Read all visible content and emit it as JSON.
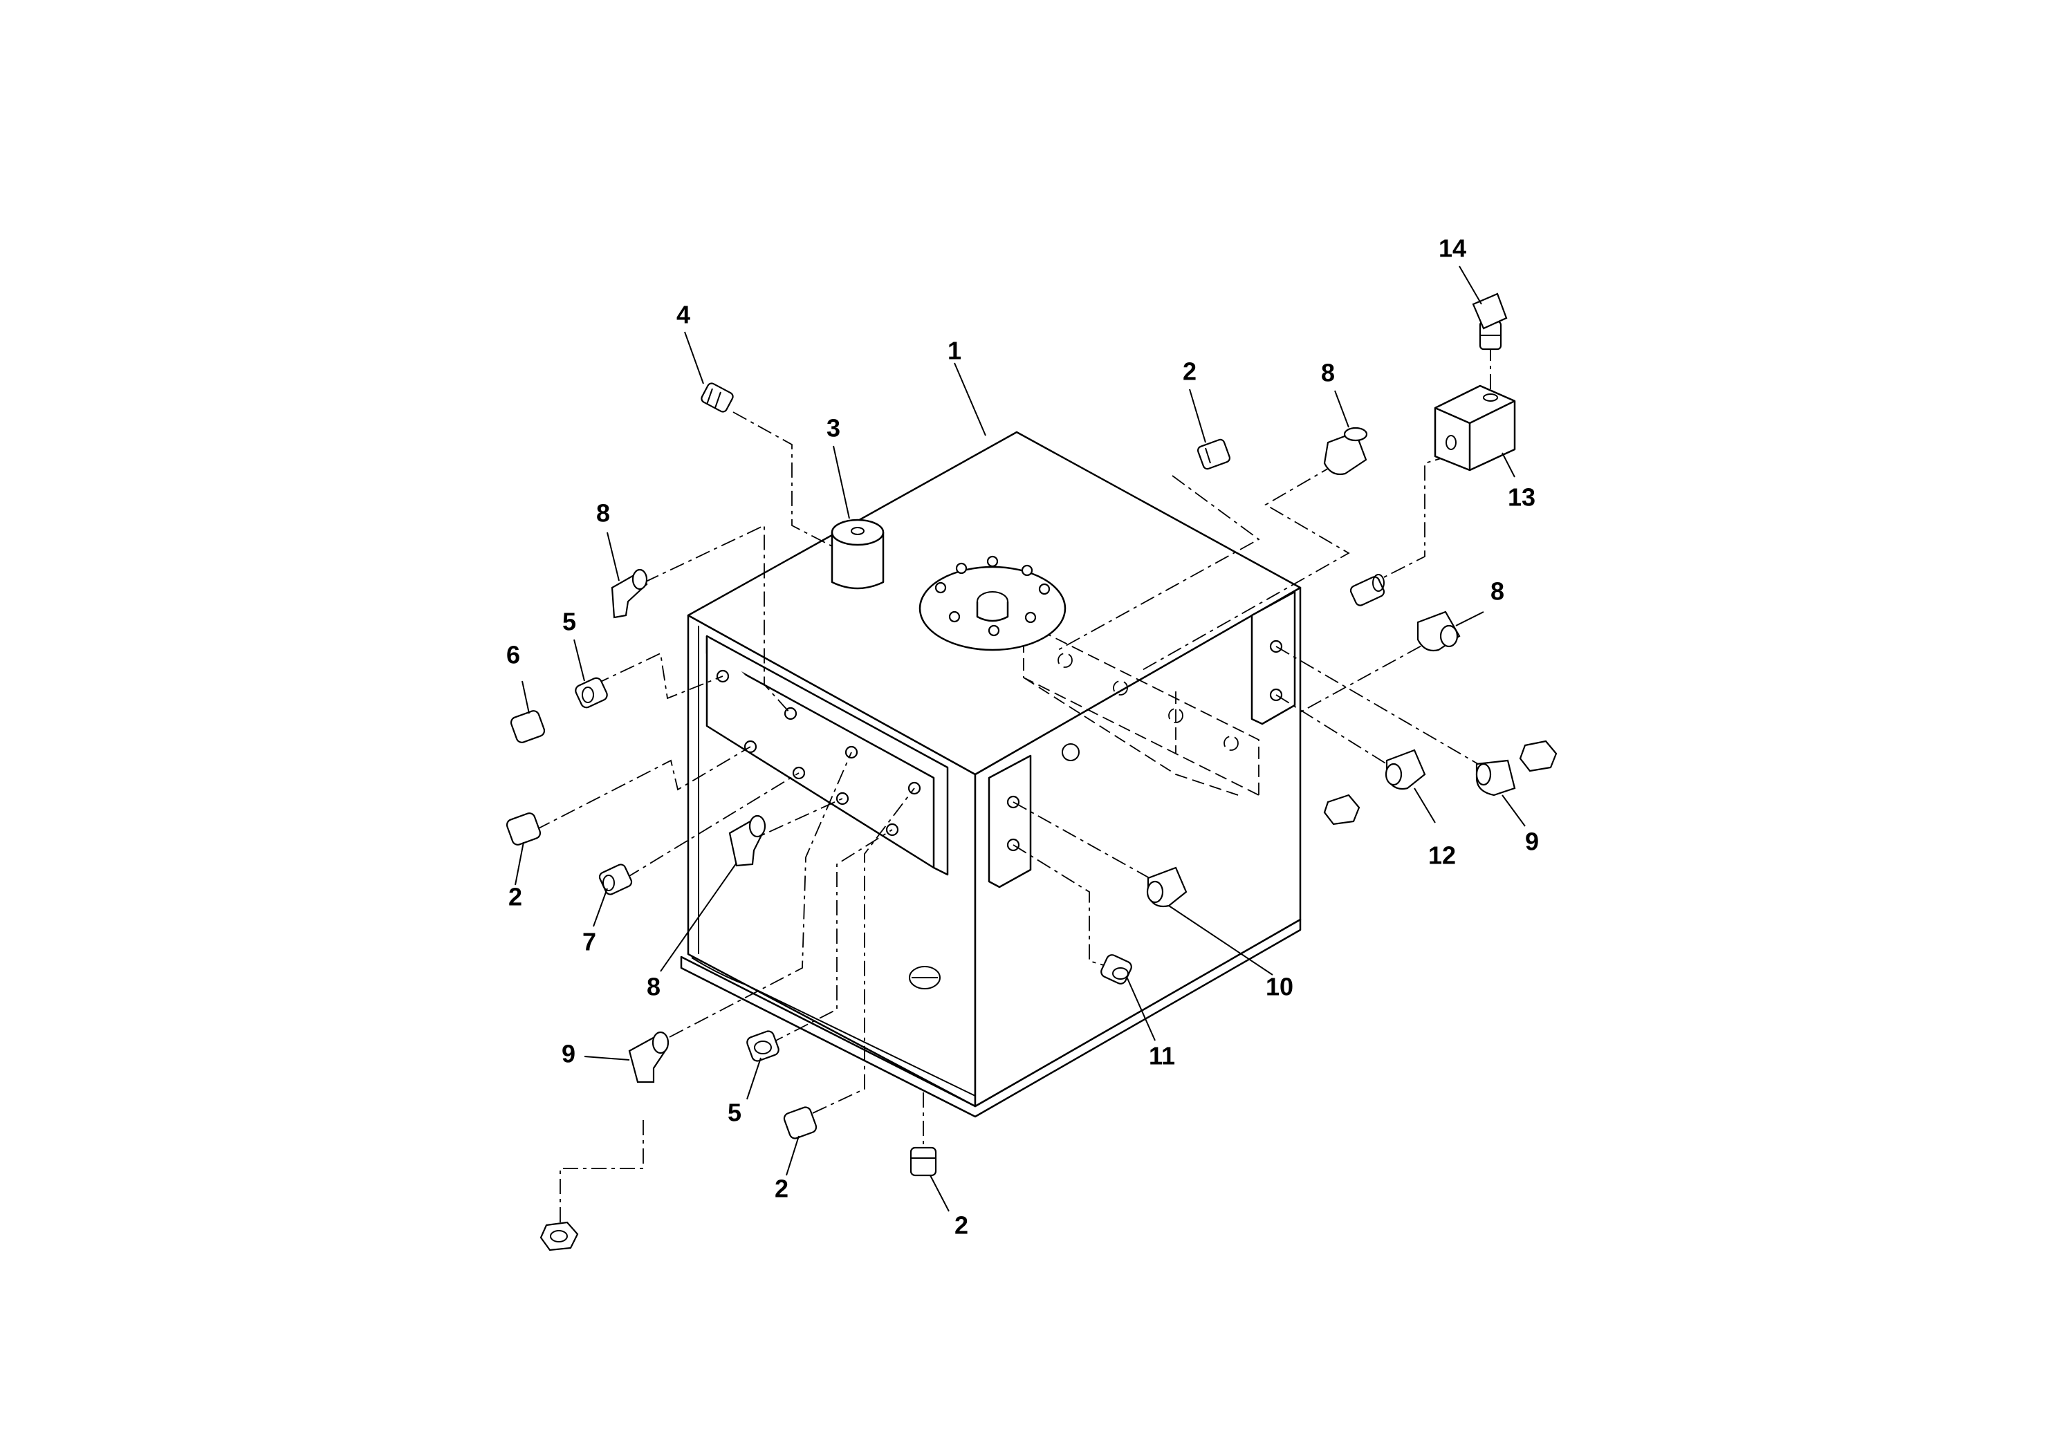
{
  "callouts": [
    {
      "id": "c1",
      "label": "1"
    },
    {
      "id": "c2a",
      "label": "2"
    },
    {
      "id": "c2b",
      "label": "2"
    },
    {
      "id": "c2c",
      "label": "2"
    },
    {
      "id": "c2d",
      "label": "2"
    },
    {
      "id": "c3",
      "label": "3"
    },
    {
      "id": "c4",
      "label": "4"
    },
    {
      "id": "c5a",
      "label": "5"
    },
    {
      "id": "c5b",
      "label": "5"
    },
    {
      "id": "c6",
      "label": "6"
    },
    {
      "id": "c7",
      "label": "7"
    },
    {
      "id": "c8a",
      "label": "8"
    },
    {
      "id": "c8b",
      "label": "8"
    },
    {
      "id": "c8c",
      "label": "8"
    },
    {
      "id": "c8d",
      "label": "8"
    },
    {
      "id": "c9a",
      "label": "9"
    },
    {
      "id": "c9b",
      "label": "9"
    },
    {
      "id": "c10",
      "label": "10"
    },
    {
      "id": "c11",
      "label": "11"
    },
    {
      "id": "c12",
      "label": "12"
    },
    {
      "id": "c13",
      "label": "13"
    },
    {
      "id": "c14",
      "label": "14"
    }
  ]
}
